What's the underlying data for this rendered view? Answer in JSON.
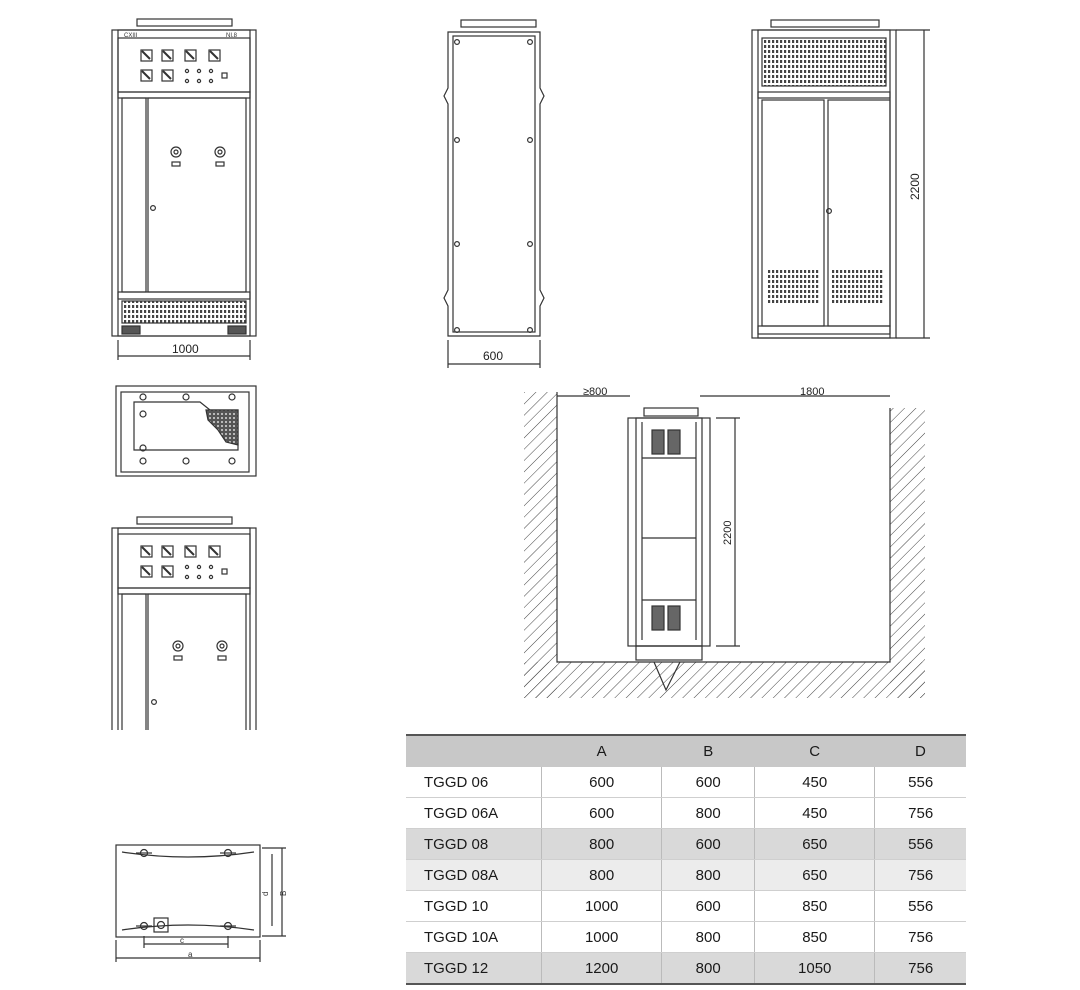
{
  "drawings": {
    "front_width_label": "1000",
    "side_depth_label": "600",
    "height_label": "2200",
    "room_left_clearance": "≥800",
    "room_right_clearance": "1800",
    "room_height_label": "2200",
    "plate_left_label": "CXIII",
    "plate_right_label": "NI.8",
    "plan_labels": {
      "a": "a",
      "c": "c",
      "d": "d",
      "b": "B"
    }
  },
  "table": {
    "headers": [
      "",
      "A",
      "B",
      "C",
      "D"
    ],
    "rows": [
      {
        "model": "TGGD   06",
        "A": "600",
        "B": "600",
        "C": "450",
        "D": "556"
      },
      {
        "model": "TGGD   06A",
        "A": "600",
        "B": "800",
        "C": "450",
        "D": "756"
      },
      {
        "model": "TGGD   08",
        "A": "800",
        "B": "600",
        "C": "650",
        "D": "556"
      },
      {
        "model": "TGGD   08A",
        "A": "800",
        "B": "800",
        "C": "650",
        "D": "756"
      },
      {
        "model": "TGGD   10",
        "A": "1000",
        "B": "600",
        "C": "850",
        "D": "556"
      },
      {
        "model": "TGGD   10A",
        "A": "1000",
        "B": "800",
        "C": "850",
        "D": "756"
      },
      {
        "model": "TGGD    12",
        "A": "1200",
        "B": "800",
        "C": "1050",
        "D": "756"
      }
    ]
  }
}
